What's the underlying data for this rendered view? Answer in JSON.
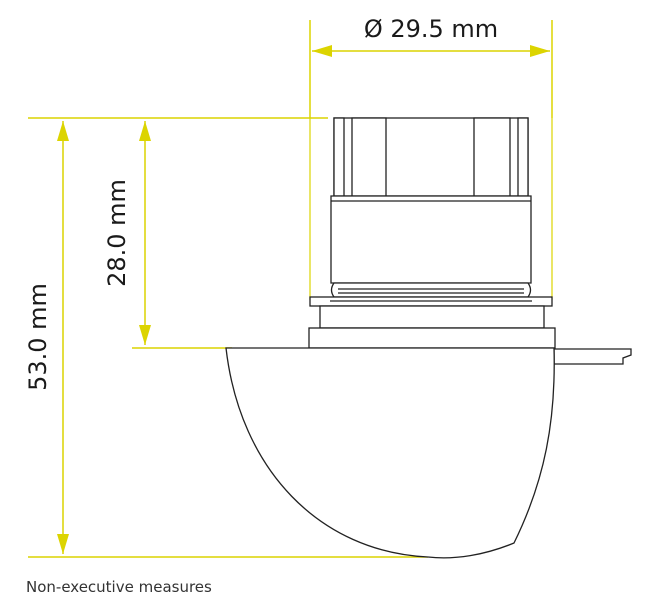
{
  "dimensions": {
    "diameter": "Ø 29.5 mm",
    "total_height": "53.0 mm",
    "body_height": "28.0 mm"
  },
  "caption": "Non-executive measures",
  "colors": {
    "dimension_line": "#dcd400",
    "outline": "#222222",
    "background": "#ffffff"
  }
}
